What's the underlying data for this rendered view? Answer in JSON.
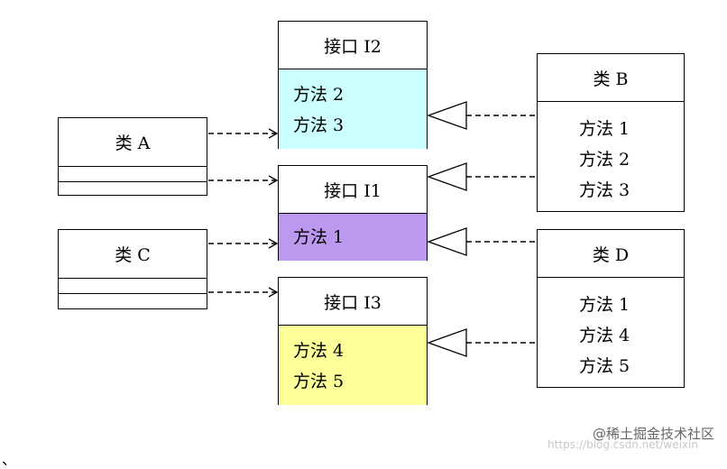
{
  "class_a": {
    "title": "类 A"
  },
  "class_c": {
    "title": "类 C"
  },
  "interface_i2": {
    "title": "接口 I2",
    "methods": [
      "方法 2",
      "方法 3"
    ],
    "color": "#ccffff"
  },
  "interface_i1": {
    "title": "接口 I1",
    "methods": [
      "方法 1"
    ],
    "color": "#bb99ee"
  },
  "interface_i3": {
    "title": "接口 I3",
    "methods": [
      "方法 4",
      "方法 5"
    ],
    "color": "#ffff99"
  },
  "class_b": {
    "title": "类 B",
    "methods": [
      "方法 1",
      "方法 2",
      "方法 3"
    ]
  },
  "class_d": {
    "title": "类 D",
    "methods": [
      "方法 1",
      "方法 4",
      "方法 5"
    ]
  },
  "watermark": {
    "text": "@稀土掘金技术社区",
    "url": "https://blog.csdn.net/weixin"
  },
  "stray_mark": "、"
}
